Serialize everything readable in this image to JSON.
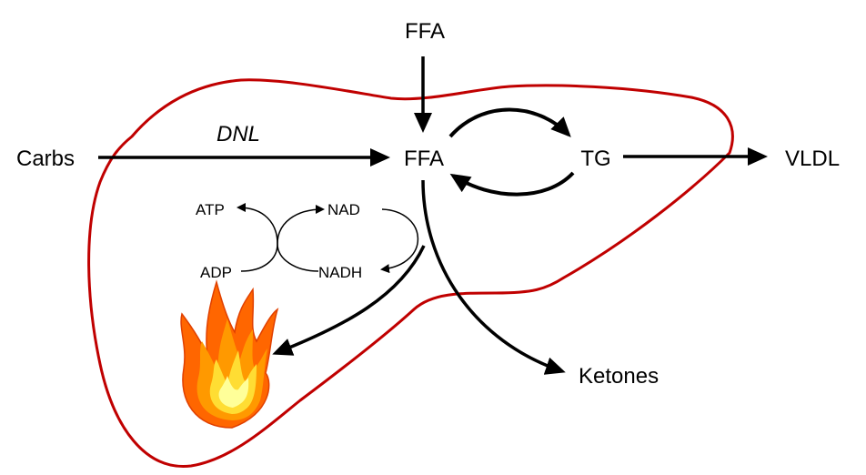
{
  "labels": {
    "ffa_top": "FFA",
    "ffa_center": "FFA",
    "carbs": "Carbs",
    "dnl": "DNL",
    "tg": "TG",
    "vldl": "VLDL",
    "ketones": "Ketones",
    "atp": "ATP",
    "adp": "ADP",
    "nad": "NAD",
    "nadh": "NADH"
  },
  "colors": {
    "liver_outline": "#c00000",
    "arrows": "#000000",
    "flame_outer": "#ff6600",
    "flame_mid": "#ff9900",
    "flame_inner": "#ffdd33",
    "flame_core": "#ffff99"
  },
  "icons": {
    "flame": "flame-icon"
  }
}
